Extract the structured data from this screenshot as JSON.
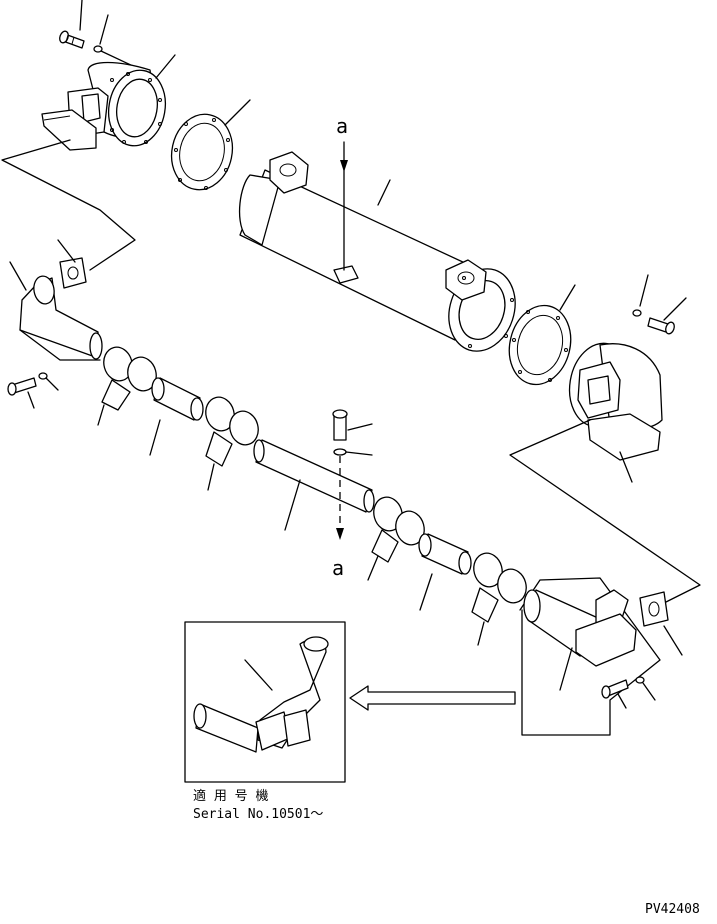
{
  "refs": {
    "section_marker_top": "a",
    "section_marker_bottom": "a"
  },
  "inset": {
    "applicability_jp": "適 用 号 機",
    "serial_label": "Serial No.10501～"
  },
  "drawing_code": "PV42408"
}
